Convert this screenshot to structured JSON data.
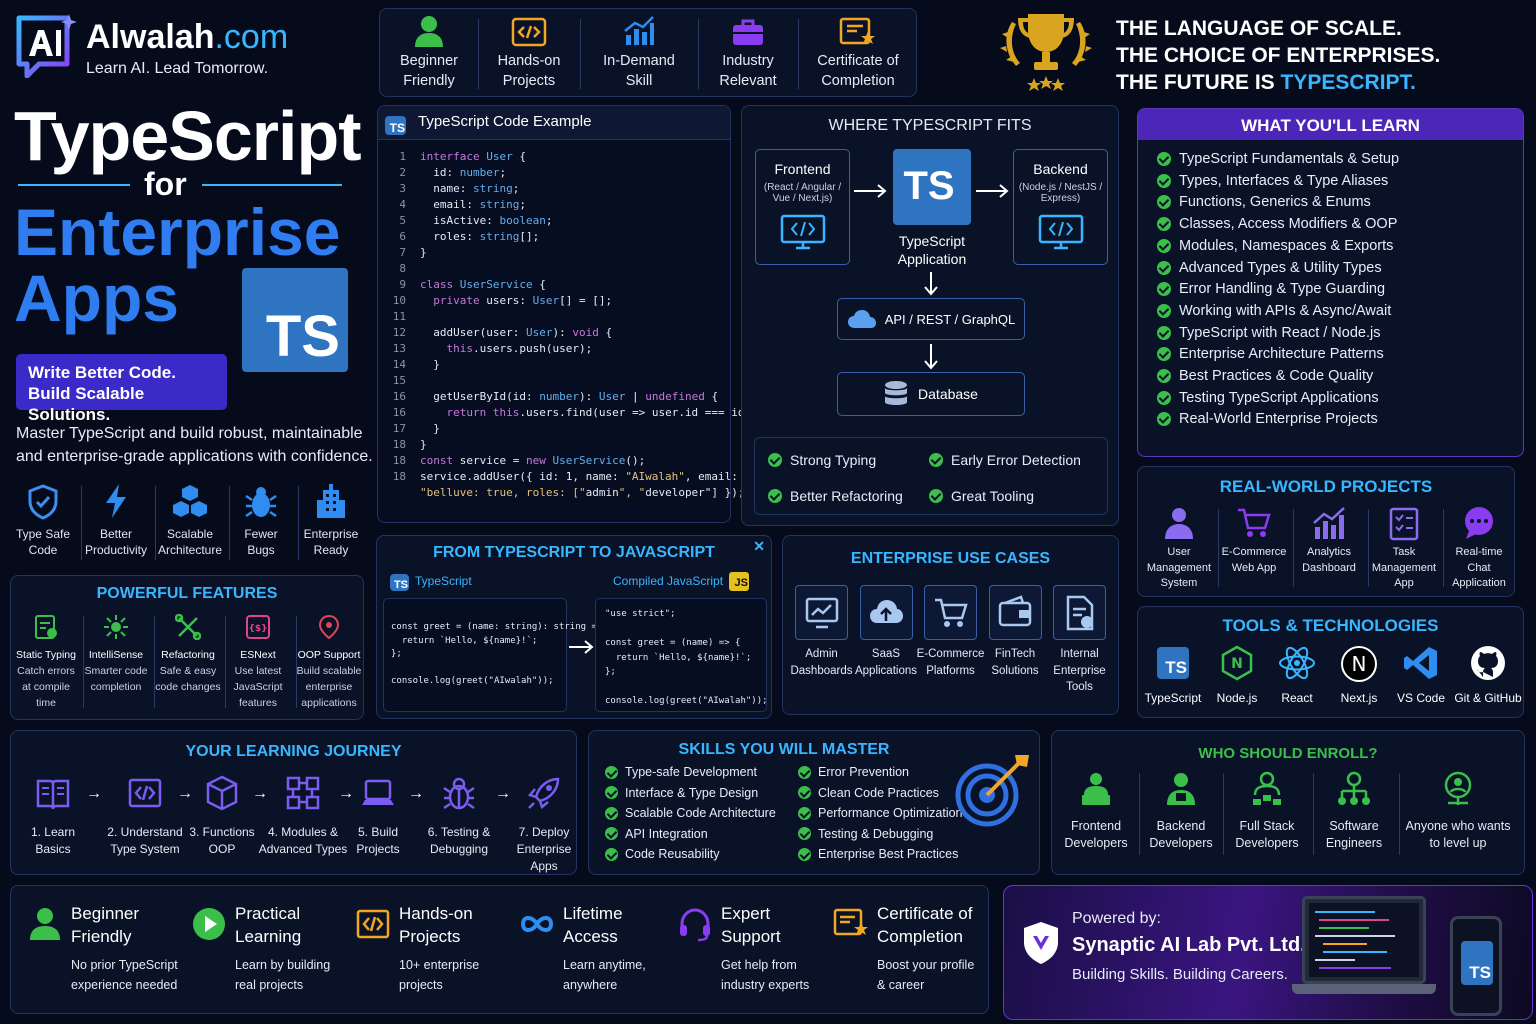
{
  "brand": {
    "name": "Alwalah",
    "domain": ".com",
    "tagline": "Learn AI. Lead Tomorrow."
  },
  "hero": {
    "line1": "TypeScript",
    "line2": "for",
    "line3": "Enterprise",
    "line4": "Apps",
    "ts_logo": "TS",
    "cta_line1": "Write Better Code.",
    "cta_line2": "Build Scalable Solutions.",
    "desc_line1": "Master TypeScript and build robust, maintainable",
    "desc_line2": "and enterprise-grade applications with confidence."
  },
  "benefits": [
    {
      "l1": "Type Safe",
      "l2": "Code",
      "icon": "shield-icon"
    },
    {
      "l1": "Better",
      "l2": "Productivity",
      "icon": "lightning-icon"
    },
    {
      "l1": "Scalable",
      "l2": "Architecture",
      "icon": "cubes-icon"
    },
    {
      "l1": "Fewer",
      "l2": "Bugs",
      "icon": "bug-icon"
    },
    {
      "l1": "Enterprise",
      "l2": "Ready",
      "icon": "building-icon"
    }
  ],
  "top_badges": [
    {
      "l1": "Beginner",
      "l2": "Friendly",
      "icon": "user-icon"
    },
    {
      "l1": "Hands-on",
      "l2": "Projects",
      "icon": "code-icon"
    },
    {
      "l1": "In-Demand",
      "l2": "Skill",
      "icon": "chart-icon"
    },
    {
      "l1": "Industry",
      "l2": "Relevant",
      "icon": "briefcase-icon"
    },
    {
      "l1": "Certificate of",
      "l2": "Completion",
      "icon": "certificate-icon"
    }
  ],
  "slogan": {
    "l1": "THE LANGUAGE OF SCALE.",
    "l2": "THE CHOICE OF ENTERPRISES.",
    "l3a": "THE FUTURE IS ",
    "l3b": "TYPESCRIPT."
  },
  "code_example": {
    "badge": "TS",
    "title": "TypeScript Code Example",
    "line_numbers": [
      "1",
      "2",
      "3",
      "4",
      "5",
      "6",
      "7",
      "8",
      "9",
      "10",
      "11",
      "12",
      "13",
      "14",
      "15",
      "16",
      "16",
      "17",
      "18",
      "18",
      "18"
    ],
    "lines": [
      "interface User {",
      "  id: number;",
      "  name: string;",
      "  email: string;",
      "  isActive: boolean;",
      "  roles: string[];",
      "}",
      "",
      "class UserService {",
      "  private users: User[] = [];",
      "",
      "  addUser(user: User): void {",
      "    this.users.push(user);",
      "  }",
      "",
      "  getUserById(id: number): User | undefined {",
      "    return this.users.find(user => user.id === id);",
      "  }",
      "}",
      "const service = new UserService();",
      "service.addUser({ id: 1, name: \"AIwalah\", email:",
      "\"belluve: true, roles: [\"admin\", \"developer\"] });"
    ]
  },
  "where_fits": {
    "title": "WHERE TYPESCRIPT FITS",
    "frontend": {
      "title": "Frontend",
      "sub1": "(React / Angular /",
      "sub2": "Vue / Next.js)"
    },
    "backend": {
      "title": "Backend",
      "sub1": "(Node.js / NestJS /",
      "sub2": "Express)"
    },
    "center": {
      "logo": "TS",
      "l1": "TypeScript",
      "l2": "Application"
    },
    "api": "API / REST / GraphQL",
    "db": "Database",
    "benefits": [
      "Strong Typing",
      "Early Error Detection",
      "Better Refactoring",
      "Great Tooling"
    ]
  },
  "learn": {
    "title": "WHAT YOU'LL LEARN",
    "items": [
      "TypeScript Fundamentals & Setup",
      "Types, Interfaces & Type Aliases",
      "Functions, Generics & Enums",
      "Classes, Access Modifiers & OOP",
      "Modules, Namespaces & Exports",
      "Advanced Types & Utility Types",
      "Error Handling & Type Guarding",
      "Working with APIs & Async/Await",
      "TypeScript with React / Node.js",
      "Enterprise Architecture Patterns",
      "Best Practices & Code Quality",
      "Testing TypeScript Applications",
      "Real-World Enterprise Projects"
    ]
  },
  "powerful": {
    "title": "POWERFUL FEATURES",
    "items": [
      {
        "t": "Static Typing",
        "d1": "Catch errors",
        "d2": "at compile time",
        "d3": "",
        "icon": "static-typing-icon"
      },
      {
        "t": "IntelliSense",
        "d1": "Smarter code",
        "d2": "completion",
        "d3": "",
        "icon": "intellisense-icon"
      },
      {
        "t": "Refactoring",
        "d1": "Safe & easy",
        "d2": "code changes",
        "d3": "",
        "icon": "refactoring-icon"
      },
      {
        "t": "ESNext",
        "d1": "Use latest",
        "d2": "JavaScript",
        "d3": "features",
        "icon": "esnext-icon"
      },
      {
        "t": "OOP Support",
        "d1": "Build scalable",
        "d2": "enterprise",
        "d3": "applications",
        "icon": "oop-icon"
      }
    ]
  },
  "ts_to_js": {
    "title": "FROM TYPESCRIPT TO JAVASCRIPT",
    "ts_badge": "TS",
    "ts_label": "TypeScript",
    "js_label": "Compiled JavaScript",
    "js_badge": "JS",
    "ts_code": [
      "const greet = (name: string): string =>",
      "  return `Hello, ${name}!`;",
      "};",
      "",
      "console.log(greet(\"AIwalah\"));"
    ],
    "js_code": [
      "\"use strict\";",
      "",
      "const greet = (name) => {",
      "  return `Hello, ${name}!`;",
      "};",
      "",
      "console.log(greet(\"AIwalah\"));"
    ]
  },
  "use_cases": {
    "title": "ENTERPRISE USE CASES",
    "items": [
      {
        "l1": "Admin",
        "l2": "Dashboards",
        "l3": "",
        "icon": "dashboard-icon"
      },
      {
        "l1": "SaaS",
        "l2": "Applications",
        "l3": "",
        "icon": "cloud-upload-icon"
      },
      {
        "l1": "E-Commerce",
        "l2": "Platforms",
        "l3": "",
        "icon": "cart-icon"
      },
      {
        "l1": "FinTech",
        "l2": "Solutions",
        "l3": "",
        "icon": "wallet-icon"
      },
      {
        "l1": "Internal",
        "l2": "Enterprise",
        "l3": "Tools",
        "icon": "document-gear-icon"
      }
    ]
  },
  "projects": {
    "title": "REAL-WORLD PROJECTS",
    "items": [
      {
        "l1": "User",
        "l2": "Management",
        "l3": "System",
        "icon": "user-management-icon"
      },
      {
        "l1": "E-Commerce",
        "l2": "Web App",
        "l3": "",
        "icon": "cart-icon"
      },
      {
        "l1": "Analytics",
        "l2": "Dashboard",
        "l3": "",
        "icon": "analytics-icon"
      },
      {
        "l1": "Task",
        "l2": "Management",
        "l3": "App",
        "icon": "task-icon"
      },
      {
        "l1": "Real-time",
        "l2": "Chat",
        "l3": "Application",
        "icon": "chat-icon"
      }
    ]
  },
  "tools": {
    "title": "TOOLS & TECHNOLOGIES",
    "items": [
      {
        "label": "TypeScript",
        "icon": "typescript-icon",
        "glyph": "TS"
      },
      {
        "label": "Node.js",
        "icon": "nodejs-icon",
        "glyph": "N"
      },
      {
        "label": "React",
        "icon": "react-icon",
        "glyph": ""
      },
      {
        "label": "Next.js",
        "icon": "nextjs-icon",
        "glyph": "N"
      },
      {
        "label": "VS Code",
        "icon": "vscode-icon",
        "glyph": ""
      },
      {
        "label": "Git & GitHub",
        "icon": "github-icon",
        "glyph": ""
      }
    ]
  },
  "journey": {
    "title": "YOUR LEARNING JOURNEY",
    "steps": [
      {
        "l1": "1. Learn",
        "l2": "Basics",
        "icon": "book-icon"
      },
      {
        "l1": "2. Understand",
        "l2": "Type System",
        "icon": "code-icon"
      },
      {
        "l1": "3. Functions",
        "l2": "OOP",
        "icon": "cube-icon"
      },
      {
        "l1": "4. Modules &",
        "l2": "Advanced Types",
        "icon": "modules-icon"
      },
      {
        "l1": "5. Build",
        "l2": "Projects",
        "icon": "laptop-icon"
      },
      {
        "l1": "6. Testing &",
        "l2": "Debugging",
        "icon": "bug-icon"
      },
      {
        "l1": "7. Deploy",
        "l2": "Enterprise Apps",
        "icon": "rocket-icon"
      }
    ]
  },
  "skills": {
    "title": "SKILLS YOU WILL MASTER",
    "left": [
      "Type-safe Development",
      "Interface & Type Design",
      "Scalable Code Architecture",
      "API Integration",
      "Code Reusability"
    ],
    "right": [
      "Error Prevention",
      "Clean Code Practices",
      "Performance Optimization",
      "Testing & Debugging",
      "Enterprise Best Practices"
    ]
  },
  "enroll": {
    "title": "WHO SHOULD ENROLL?",
    "items": [
      {
        "l1": "Frontend",
        "l2": "Developers",
        "icon": "frontend-dev-icon"
      },
      {
        "l1": "Backend",
        "l2": "Developers",
        "icon": "backend-dev-icon"
      },
      {
        "l1": "Full Stack",
        "l2": "Developers",
        "icon": "fullstack-dev-icon"
      },
      {
        "l1": "Software",
        "l2": "Engineers",
        "icon": "engineer-icon"
      },
      {
        "l1": "Anyone who wants",
        "l2": "to level up",
        "icon": "level-up-icon"
      }
    ]
  },
  "bottom": [
    {
      "t1": "Beginner",
      "t2": "Friendly",
      "d1": "No prior TypeScript",
      "d2": "experience needed",
      "icon": "user-icon"
    },
    {
      "t1": "Practical",
      "t2": "Learning",
      "d1": "Learn by building",
      "d2": "real projects",
      "icon": "play-icon"
    },
    {
      "t1": "Hands-on",
      "t2": "Projects",
      "d1": "10+ enterprise",
      "d2": "projects",
      "icon": "code-icon"
    },
    {
      "t1": "Lifetime",
      "t2": "Access",
      "d1": "Learn anytime,",
      "d2": "anywhere",
      "icon": "infinity-icon"
    },
    {
      "t1": "Expert",
      "t2": "Support",
      "d1": "Get help from",
      "d2": "industry experts",
      "icon": "headset-icon"
    },
    {
      "t1": "Certificate of",
      "t2": "Completion",
      "d1": "Boost your profile",
      "d2": "& career",
      "icon": "certificate-icon"
    }
  ],
  "powered": {
    "label": "Powered by:",
    "company": "Synaptic AI Lab Pvt. Ltd.",
    "tagline": "Building Skills. Building Careers.",
    "phone_logo": "TS"
  },
  "colors": {
    "accent_blue": "#38b6ff",
    "green": "#3bbf4a",
    "purple": "#6b2fd6",
    "ts_blue": "#2f74c0",
    "gold": "#d9a520"
  }
}
